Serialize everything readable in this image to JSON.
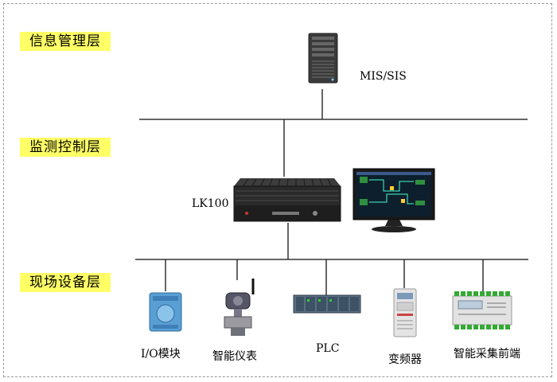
{
  "layers": {
    "info": "信息管理层",
    "monitor": "监测控制层",
    "field": "现场设备层"
  },
  "devices": {
    "server": "MIS/SIS",
    "controller": "LK100",
    "io": "I/O模块",
    "instrument": "智能仪表",
    "plc": "PLC",
    "inverter": "变频器",
    "collector": "智能采集前端"
  },
  "colors": {
    "layer_bg": "#ffff66",
    "line": "#333333"
  }
}
